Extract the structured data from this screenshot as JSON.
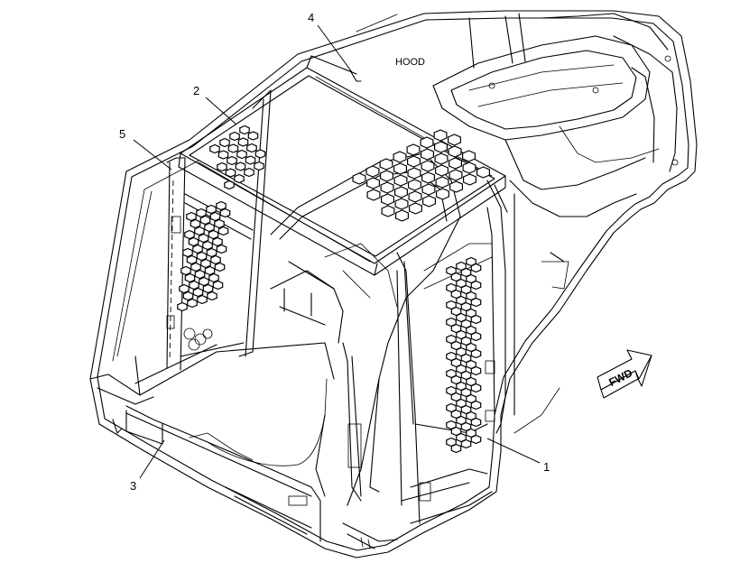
{
  "diagram": {
    "callouts": [
      {
        "id": "callout-1",
        "label": "1"
      },
      {
        "id": "callout-2",
        "label": "2"
      },
      {
        "id": "callout-3",
        "label": "3"
      },
      {
        "id": "callout-4",
        "label": "4"
      },
      {
        "id": "callout-5",
        "label": "5"
      }
    ],
    "hood_label": "HOOD",
    "fwd_label": "FWD",
    "colors": {
      "line": "#000000",
      "background": "#ffffff"
    }
  }
}
